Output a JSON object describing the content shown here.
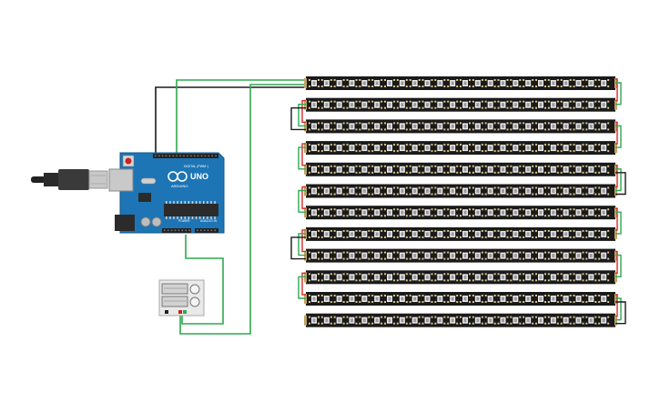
{
  "arduino": {
    "brand": "ARDUINO",
    "model": "UNO",
    "digital_label": "DIGITAL (PWM~)",
    "power_label": "POWER",
    "analog_label": "ANALOG IN",
    "board_color": "#1d75b5"
  },
  "led_strips": {
    "count": 12,
    "leds_per_strip": 24,
    "strip_color": "#1a1a1a",
    "led_body_color": "#e8e8e8"
  },
  "power_supply": {
    "body_color": "#e9e9e9"
  },
  "wires": {
    "green": "#2fa84f",
    "red": "#d62a2a",
    "black": "#1a1a1a"
  }
}
